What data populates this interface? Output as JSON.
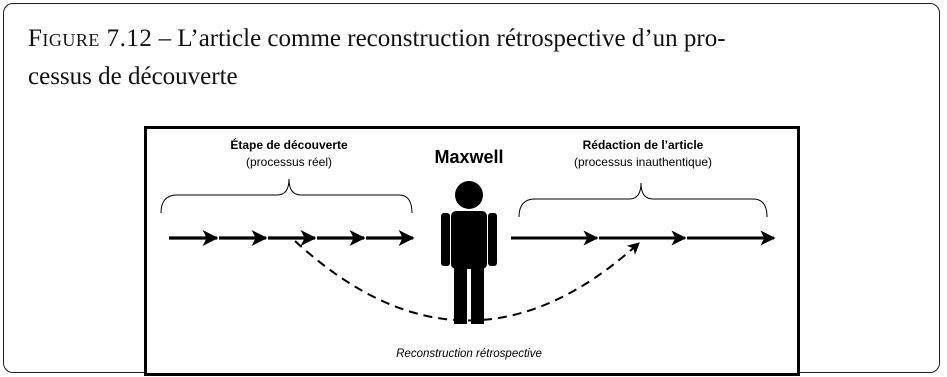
{
  "caption": {
    "label": "Figure 7.12",
    "separator": "–",
    "text": "L’article comme reconstruction rétrospective d’un pro-cessus de découverte",
    "line1_rest": "L’article comme reconstruction rétrospective d’un pro-",
    "line2": "cessus de découverte"
  },
  "diagram": {
    "left_title": "Étape de découverte",
    "left_subtitle": "(processus réel)",
    "center_title": "Maxwell",
    "right_title": "Rédaction de l’article",
    "right_subtitle": "(processus inauthentique)",
    "bottom_label": "Reconstruction rétrospective",
    "person_icon": "person-icon",
    "line_color": "#000000",
    "dash_color": "#000000"
  }
}
